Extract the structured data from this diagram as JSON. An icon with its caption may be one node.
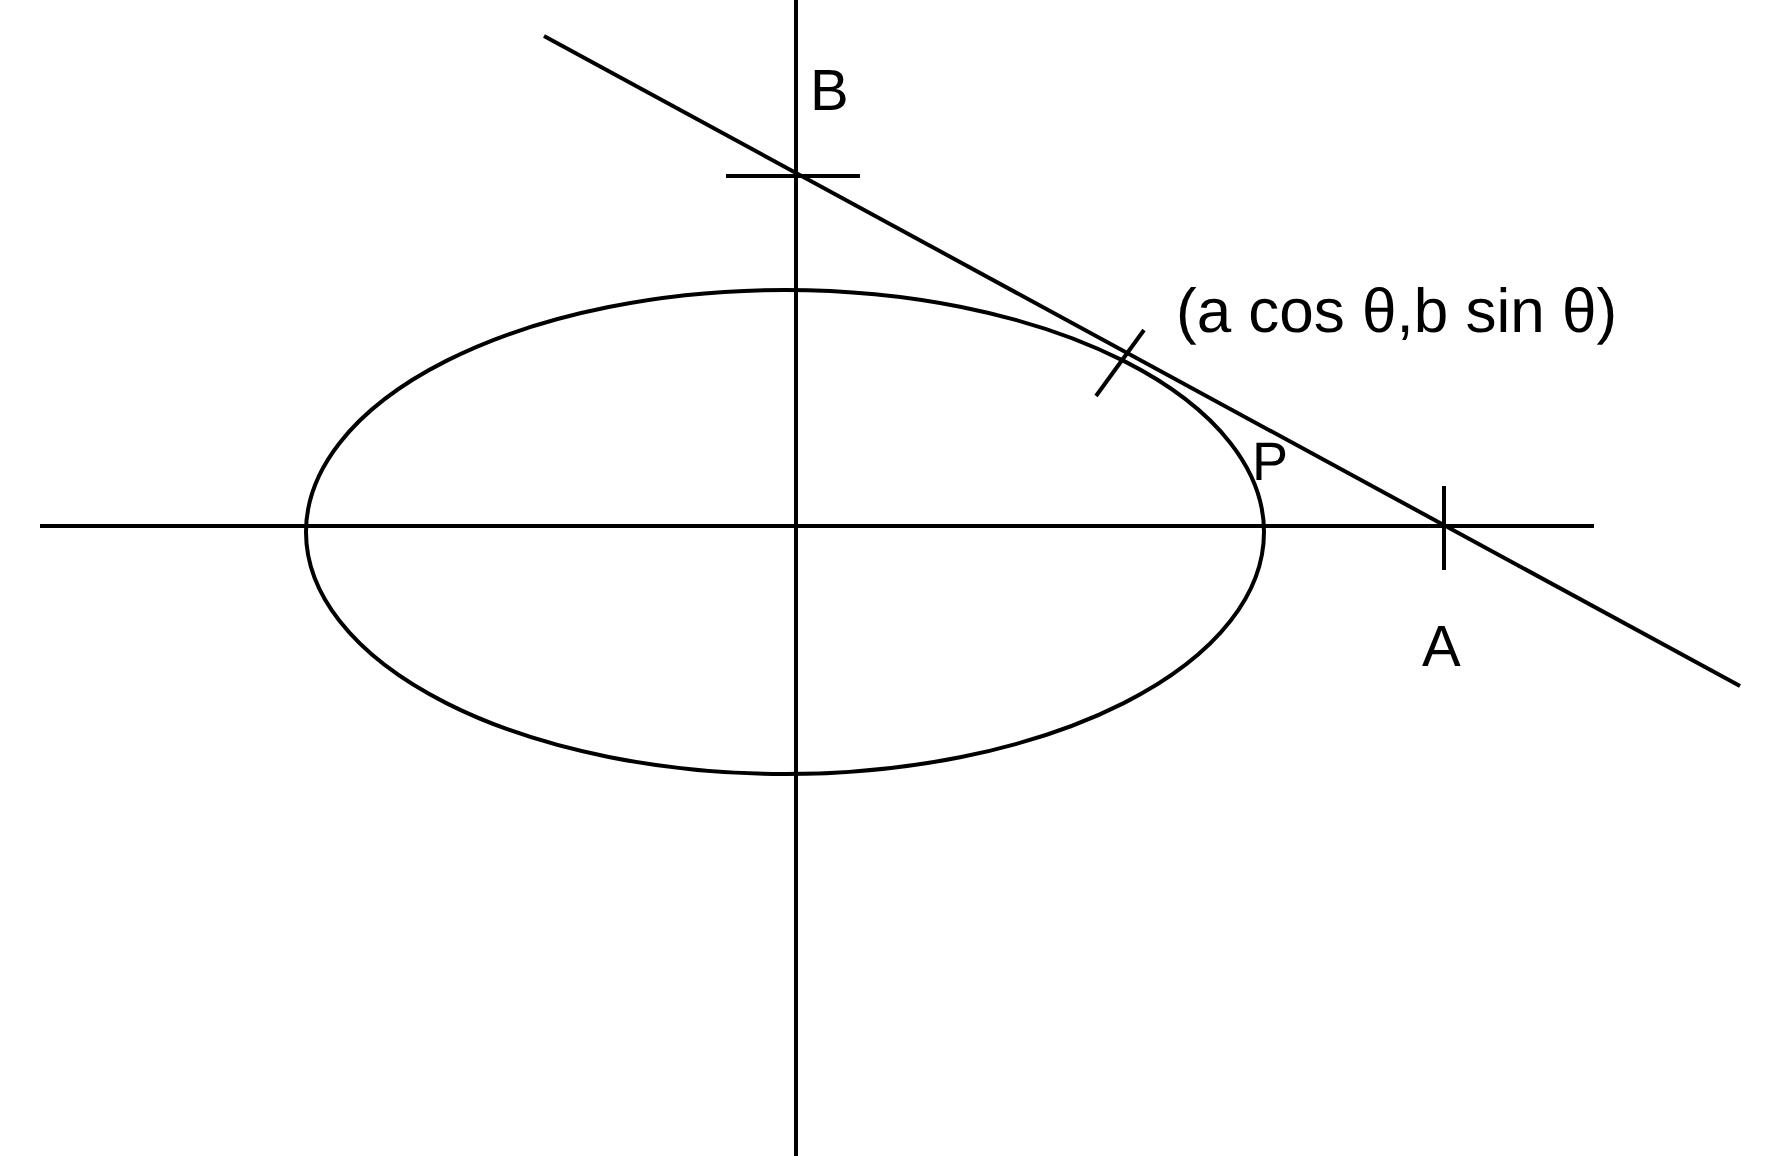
{
  "diagram": {
    "labels": [
      "B",
      "(a cos θ,b sin θ)",
      "P",
      "A"
    ]
  }
}
